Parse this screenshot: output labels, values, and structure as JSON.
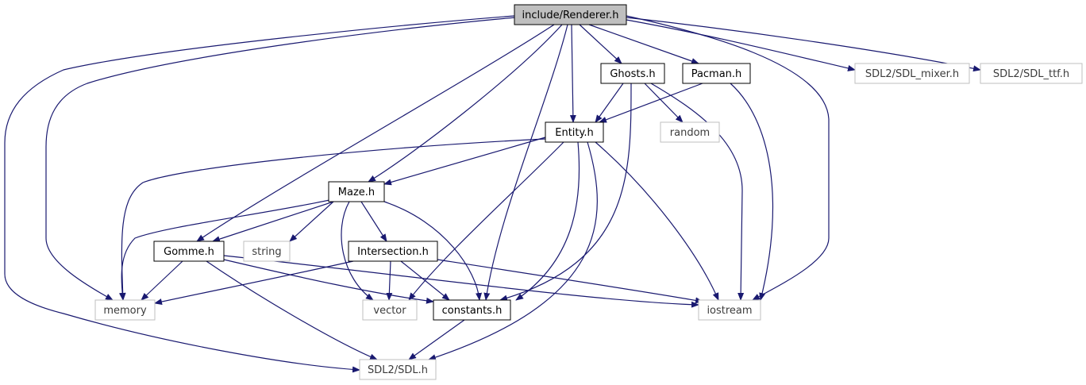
{
  "colors": {
    "edge": "#191970",
    "arrow": "#191970",
    "root_fill": "#bfbfbf",
    "root_stroke": "#000000",
    "local_stroke": "#000000",
    "system_stroke": "#bfbfbf",
    "local_text": "#000000",
    "system_text": "#3c3c3c"
  },
  "nodes": [
    {
      "id": "renderer",
      "label": "include/Renderer.h",
      "kind": "root"
    },
    {
      "id": "ghosts",
      "label": "Ghosts.h",
      "kind": "local"
    },
    {
      "id": "pacman",
      "label": "Pacman.h",
      "kind": "local"
    },
    {
      "id": "sdl_mixer",
      "label": "SDL2/SDL_mixer.h",
      "kind": "system"
    },
    {
      "id": "sdl_ttf",
      "label": "SDL2/SDL_ttf.h",
      "kind": "system"
    },
    {
      "id": "entity",
      "label": "Entity.h",
      "kind": "local"
    },
    {
      "id": "random",
      "label": "random",
      "kind": "system"
    },
    {
      "id": "maze",
      "label": "Maze.h",
      "kind": "local"
    },
    {
      "id": "gomme",
      "label": "Gomme.h",
      "kind": "local"
    },
    {
      "id": "string",
      "label": "string",
      "kind": "system"
    },
    {
      "id": "intersection",
      "label": "Intersection.h",
      "kind": "local"
    },
    {
      "id": "memory",
      "label": "memory",
      "kind": "system"
    },
    {
      "id": "vector",
      "label": "vector",
      "kind": "system"
    },
    {
      "id": "constants",
      "label": "constants.h",
      "kind": "local"
    },
    {
      "id": "iostream",
      "label": "iostream",
      "kind": "system"
    },
    {
      "id": "sdl",
      "label": "SDL2/SDL.h",
      "kind": "system"
    }
  ],
  "edges": [
    {
      "from": "renderer",
      "to": "sdl"
    },
    {
      "from": "renderer",
      "to": "memory"
    },
    {
      "from": "renderer",
      "to": "gomme"
    },
    {
      "from": "renderer",
      "to": "maze"
    },
    {
      "from": "renderer",
      "to": "constants"
    },
    {
      "from": "renderer",
      "to": "entity"
    },
    {
      "from": "renderer",
      "to": "ghosts"
    },
    {
      "from": "renderer",
      "to": "pacman"
    },
    {
      "from": "renderer",
      "to": "sdl_mixer"
    },
    {
      "from": "renderer",
      "to": "sdl_ttf"
    },
    {
      "from": "renderer",
      "to": "iostream"
    },
    {
      "from": "ghosts",
      "to": "entity"
    },
    {
      "from": "ghosts",
      "to": "random"
    },
    {
      "from": "ghosts",
      "to": "iostream"
    },
    {
      "from": "ghosts",
      "to": "constants"
    },
    {
      "from": "pacman",
      "to": "entity"
    },
    {
      "from": "pacman",
      "to": "iostream"
    },
    {
      "from": "entity",
      "to": "maze"
    },
    {
      "from": "entity",
      "to": "memory"
    },
    {
      "from": "entity",
      "to": "vector"
    },
    {
      "from": "entity",
      "to": "constants"
    },
    {
      "from": "entity",
      "to": "iostream"
    },
    {
      "from": "entity",
      "to": "sdl"
    },
    {
      "from": "maze",
      "to": "gomme"
    },
    {
      "from": "maze",
      "to": "string"
    },
    {
      "from": "maze",
      "to": "intersection"
    },
    {
      "from": "maze",
      "to": "memory"
    },
    {
      "from": "maze",
      "to": "vector"
    },
    {
      "from": "maze",
      "to": "constants"
    },
    {
      "from": "gomme",
      "to": "memory"
    },
    {
      "from": "gomme",
      "to": "constants"
    },
    {
      "from": "gomme",
      "to": "sdl"
    },
    {
      "from": "gomme",
      "to": "iostream"
    },
    {
      "from": "intersection",
      "to": "memory"
    },
    {
      "from": "intersection",
      "to": "vector"
    },
    {
      "from": "intersection",
      "to": "constants"
    },
    {
      "from": "intersection",
      "to": "iostream"
    },
    {
      "from": "constants",
      "to": "sdl"
    }
  ]
}
